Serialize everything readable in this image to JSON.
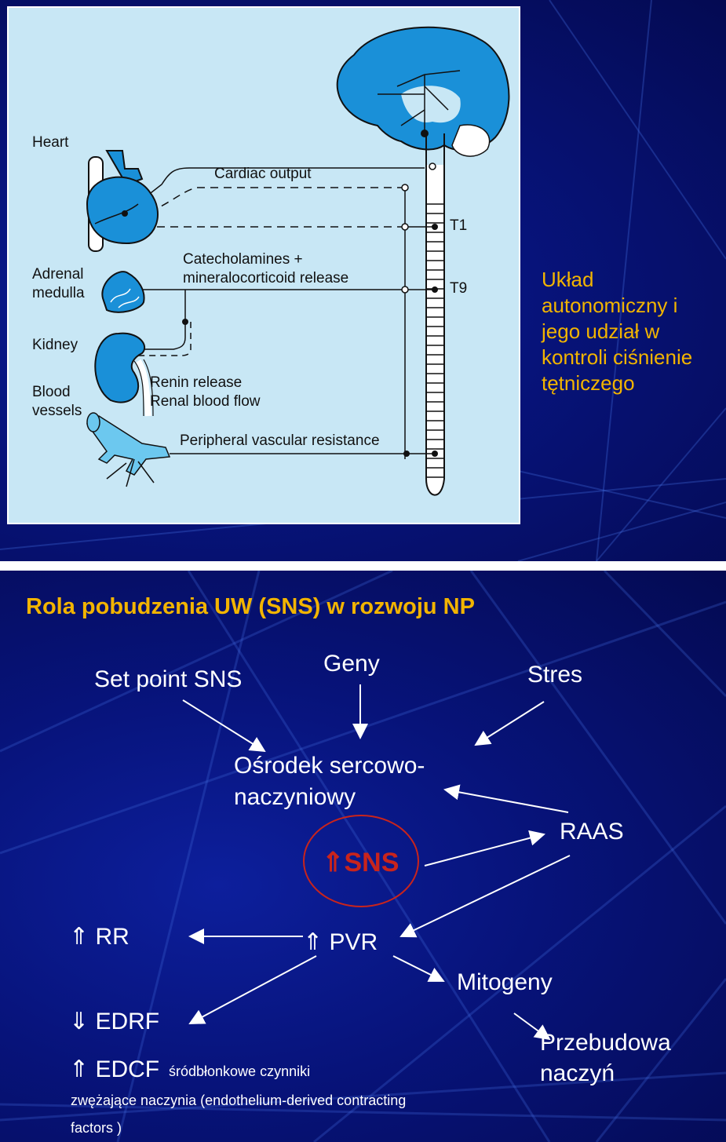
{
  "slide1": {
    "figure": {
      "labels": {
        "heart": "Heart",
        "adrenal_line1": "Adrenal",
        "adrenal_line2": "medulla",
        "kidney": "Kidney",
        "blood_line1": "Blood",
        "blood_line2": "vessels",
        "cardiac_output": "Cardiac output",
        "catecholamines_line1": "Catecholamines +",
        "catecholamines_line2": "mineralocorticoid release",
        "renin_release": "Renin release",
        "renal_blood_flow": "Renal blood flow",
        "peripheral_resistance": "Peripheral vascular resistance",
        "t1": "T1",
        "t9": "T9"
      }
    },
    "caption": "Układ autonomiczny i jego udział w kontroli ciśnienie tętniczego"
  },
  "slide2": {
    "title": "Rola pobudzenia UW (SNS)  w rozwoju  NP",
    "nodes": {
      "set_point": "Set point SNS",
      "geny": "Geny",
      "stres": "Stres",
      "osrodek_line1": "Ośrodek sercowo-",
      "osrodek_line2": "naczyniowy",
      "raas": "RAAS",
      "sns_arrow": "⇑",
      "sns": "SNS",
      "rr": "⇑ RR",
      "pvr": "⇑ PVR",
      "mitogeny": "Mitogeny",
      "edrf": "⇓ EDRF",
      "przebudowa_line1": "Przebudowa",
      "przebudowa_line2": "naczyń",
      "edcf": "⇑ EDCF",
      "edcf_note": "śródbłonkowe czynniki",
      "edcf_note2": "zwężające naczynia (endothelium-derived contracting",
      "edcf_note3": "factors )"
    }
  },
  "colors": {
    "background": "#07137a",
    "caption": "#f2b400",
    "figure_bg": "#c8e7f5",
    "organ_blue": "#1a90d8",
    "sns_red": "#c9241c"
  }
}
